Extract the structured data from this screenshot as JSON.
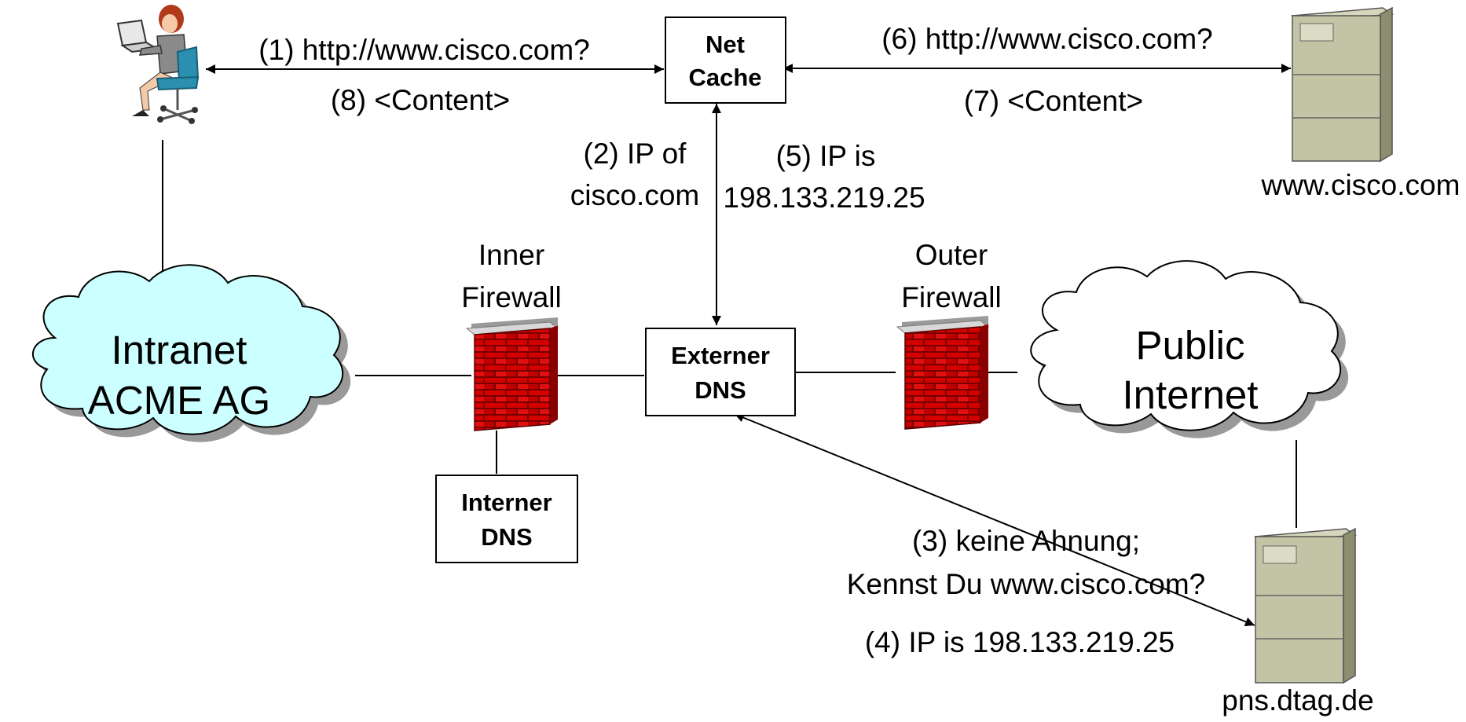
{
  "nodes": {
    "net_cache": {
      "line1": "Net",
      "line2": "Cache"
    },
    "externer_dns": {
      "line1": "Externer",
      "line2": "DNS"
    },
    "interner_dns": {
      "line1": "Interner",
      "line2": "DNS"
    },
    "intranet_cloud": {
      "line1": "Intranet",
      "line2": "ACME AG"
    },
    "public_cloud": {
      "line1": "Public",
      "line2": "Internet"
    },
    "inner_firewall": {
      "line1": "Inner",
      "line2": "Firewall"
    },
    "outer_firewall": {
      "line1": "Outer",
      "line2": "Firewall"
    },
    "cisco_server": {
      "label": "www.cisco.com"
    },
    "dtag_server": {
      "label": "pns.dtag.de"
    }
  },
  "steps": {
    "s1": "(1) http://www.cisco.com?",
    "s2_line1": "(2) IP of",
    "s2_line2": "cisco.com",
    "s3_line1": "(3) keine Ahnung;",
    "s3_line2": "Kennst Du www.cisco.com?",
    "s4": "(4) IP is 198.133.219.25",
    "s5_line1": "(5) IP is",
    "s5_line2": "198.133.219.25",
    "s6": "(6) http://www.cisco.com?",
    "s7": "(7) <Content>",
    "s8": "(8) <Content>"
  },
  "colors": {
    "intranet_cloud": "#ccffff",
    "public_cloud": "#ffffff",
    "cloud_shadow": "#999999",
    "firewall_brick": "#cc0000",
    "firewall_mortar": "#7a0000",
    "firewall_cap": "#b0b0b0",
    "server_body": "#c3c3a5",
    "server_side": "#8d8d70"
  }
}
